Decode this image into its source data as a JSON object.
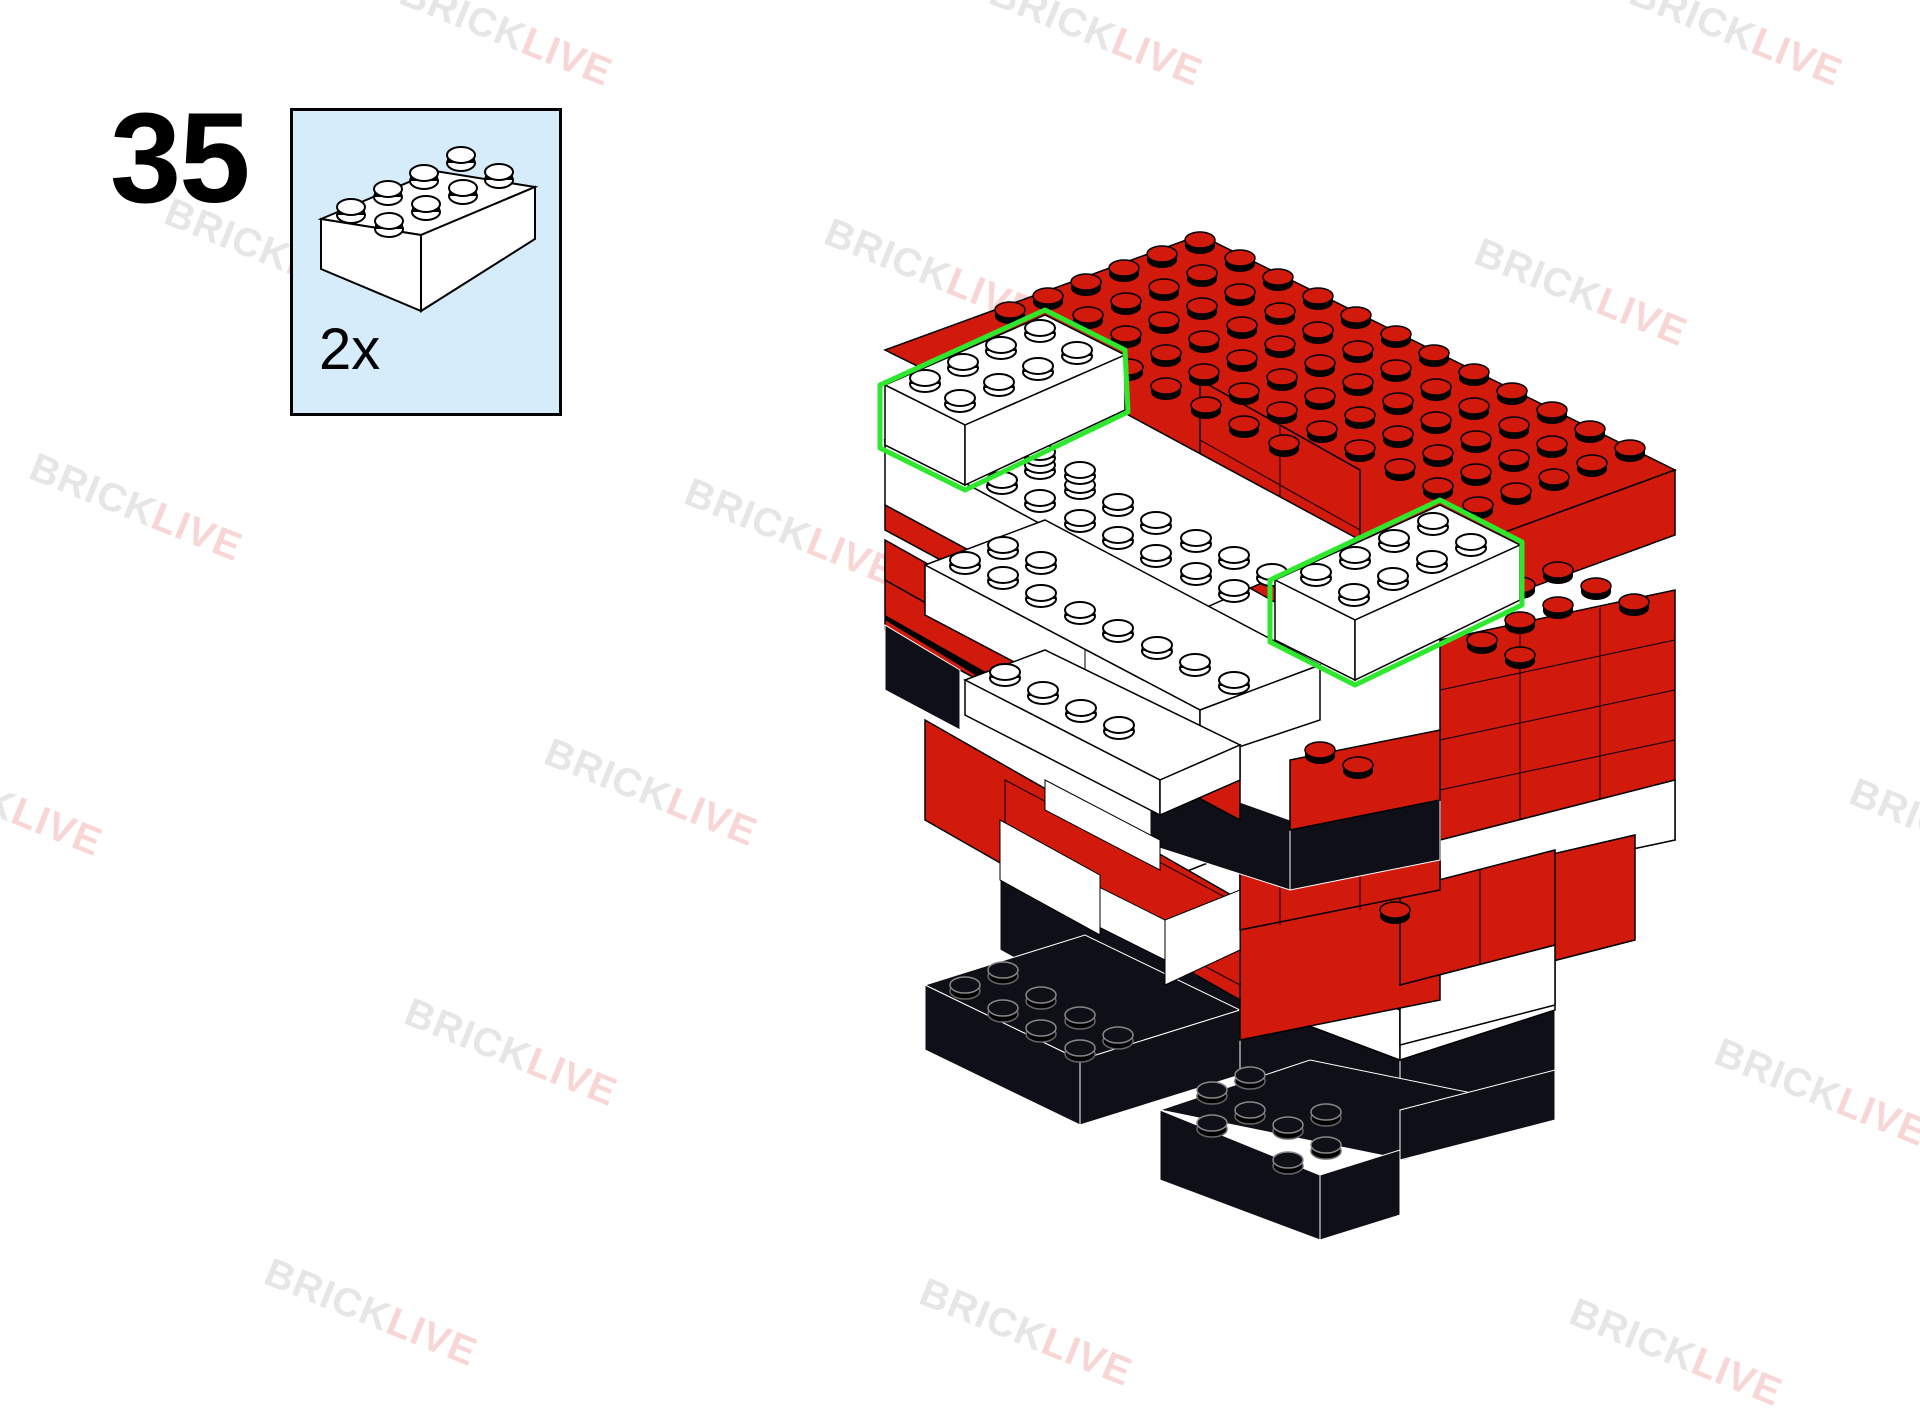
{
  "step": {
    "number": "35"
  },
  "parts": {
    "quantity": "2x",
    "brick": "brick-2x4-white"
  },
  "watermark": {
    "part1": "BRICK",
    "part2": "LIVE"
  },
  "colors": {
    "red": "#d21a0c",
    "white": "#ffffff",
    "black": "#0e0f17",
    "highlight": "#2ee82e",
    "parts_bg": "#d6ecfb"
  }
}
